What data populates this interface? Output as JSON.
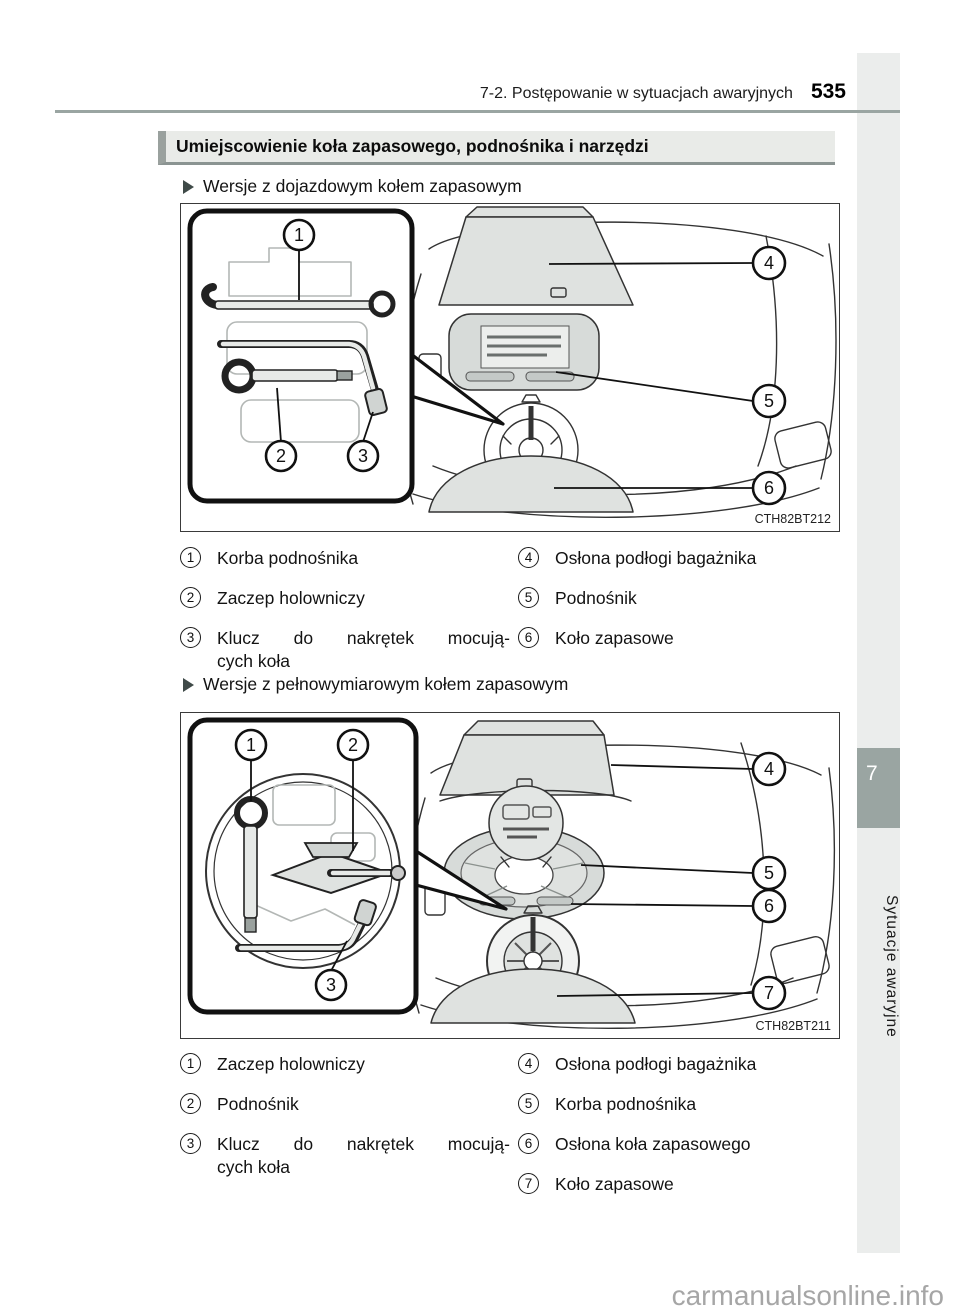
{
  "header": {
    "breadcrumb": "7-2. Postępowanie w sytuacjach awaryjnych",
    "page_number": "535"
  },
  "title_bar": {
    "title": "Umiejscowienie koła zapasowego, podnośnika i narzędzi"
  },
  "sidebar": {
    "chapter_number": "7",
    "chapter_title": "Sytuacje awaryjne"
  },
  "watermark": {
    "text": "carmanualsonline.info"
  },
  "colors": {
    "accent_gray": "#9aa5a2",
    "strip_gray": "#ebedec",
    "titlebar_bg": "#e9ebe8",
    "panel_fill": "#dfe2e0"
  },
  "sections": [
    {
      "heading": "Wersje z dojazdowym kołem zapasowym",
      "figure": {
        "code": "CTH82BT212",
        "callouts": [
          "1",
          "2",
          "3",
          "4",
          "5",
          "6"
        ]
      },
      "legend": {
        "left": [
          {
            "num": "1",
            "lines": [
              "Korba podnośnika",
              ""
            ]
          },
          {
            "num": "2",
            "lines": [
              "Zaczep holowniczy",
              ""
            ]
          },
          {
            "num": "3",
            "lines": [
              "Klucz do nakrętek mocują-",
              "cych koła"
            ]
          }
        ],
        "right": [
          {
            "num": "4",
            "lines": [
              "Osłona podłogi bagażnika"
            ]
          },
          {
            "num": "5",
            "lines": [
              "Podnośnik"
            ]
          },
          {
            "num": "6",
            "lines": [
              "Koło zapasowe"
            ]
          }
        ]
      }
    },
    {
      "heading": "Wersje z pełnowymiarowym kołem zapasowym",
      "figure": {
        "code": "CTH82BT211",
        "callouts": [
          "1",
          "2",
          "3",
          "4",
          "5",
          "6",
          "7"
        ]
      },
      "legend": {
        "left": [
          {
            "num": "1",
            "lines": [
              "Zaczep holowniczy",
              ""
            ]
          },
          {
            "num": "2",
            "lines": [
              "Podnośnik",
              ""
            ]
          },
          {
            "num": "3",
            "lines": [
              "Klucz do nakrętek mocują-",
              "cych koła"
            ]
          }
        ],
        "right": [
          {
            "num": "4",
            "lines": [
              "Osłona podłogi bagażnika"
            ]
          },
          {
            "num": "5",
            "lines": [
              "Korba podnośnika"
            ]
          },
          {
            "num": "6",
            "lines": [
              "Osłona koła zapasowego"
            ]
          },
          {
            "num": "7",
            "lines": [
              "Koło zapasowe"
            ]
          }
        ]
      }
    }
  ]
}
